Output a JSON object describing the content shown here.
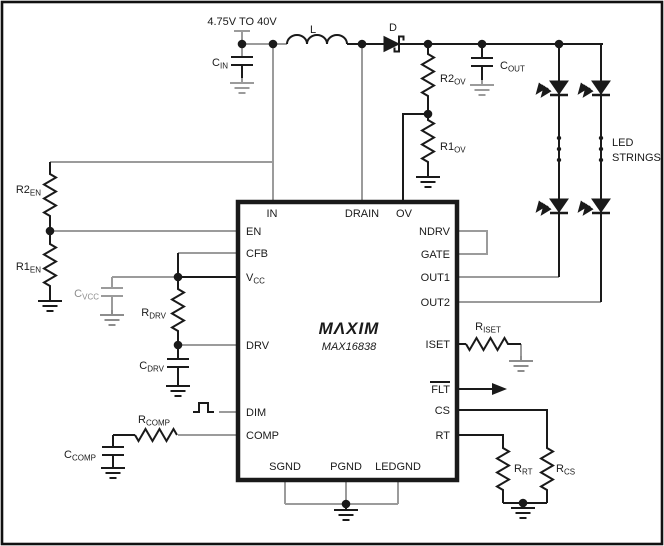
{
  "schematic": {
    "supply": "4.75V TO 40V",
    "led_strings_line1": "LED",
    "led_strings_line2": "STRINGS",
    "ic": {
      "logo": "ΜΛΧΙΜ",
      "part": "MAX16838",
      "pins": {
        "in": "IN",
        "drain": "DRAIN",
        "ov": "OV",
        "en": "EN",
        "cfb": "CFB",
        "vcc_main": "V",
        "vcc_sub": "CC",
        "drv": "DRV",
        "dim": "DIM",
        "comp": "COMP",
        "sgnd": "SGND",
        "pgnd": "PGND",
        "ledgnd": "LEDGND",
        "ndrv": "NDRV",
        "gate": "GATE",
        "out1": "OUT1",
        "out2": "OUT2",
        "iset": "ISET",
        "flt": "FLT",
        "cs": "CS",
        "rt": "RT"
      }
    },
    "components": {
      "cin": {
        "main": "C",
        "sub": "IN"
      },
      "l": {
        "main": "L",
        "sub": ""
      },
      "d": {
        "main": "D",
        "sub": ""
      },
      "r2ov": {
        "main": "R2",
        "sub": "OV"
      },
      "r1ov": {
        "main": "R1",
        "sub": "OV"
      },
      "cout": {
        "main": "C",
        "sub": "OUT"
      },
      "r2en": {
        "main": "R2",
        "sub": "EN"
      },
      "r1en": {
        "main": "R1",
        "sub": "EN"
      },
      "cvcc": {
        "main": "C",
        "sub": "VCC"
      },
      "rdrv": {
        "main": "R",
        "sub": "DRV"
      },
      "cdrv": {
        "main": "C",
        "sub": "DRV"
      },
      "rcomp": {
        "main": "R",
        "sub": "COMP"
      },
      "ccomp": {
        "main": "C",
        "sub": "COMP"
      },
      "riset": {
        "main": "R",
        "sub": "ISET"
      },
      "rrt": {
        "main": "R",
        "sub": "RT"
      },
      "rcs": {
        "main": "R",
        "sub": "CS"
      }
    },
    "colors": {
      "wire_gray": "#9b9b9b",
      "ink_black": "#1a1a1a"
    }
  }
}
